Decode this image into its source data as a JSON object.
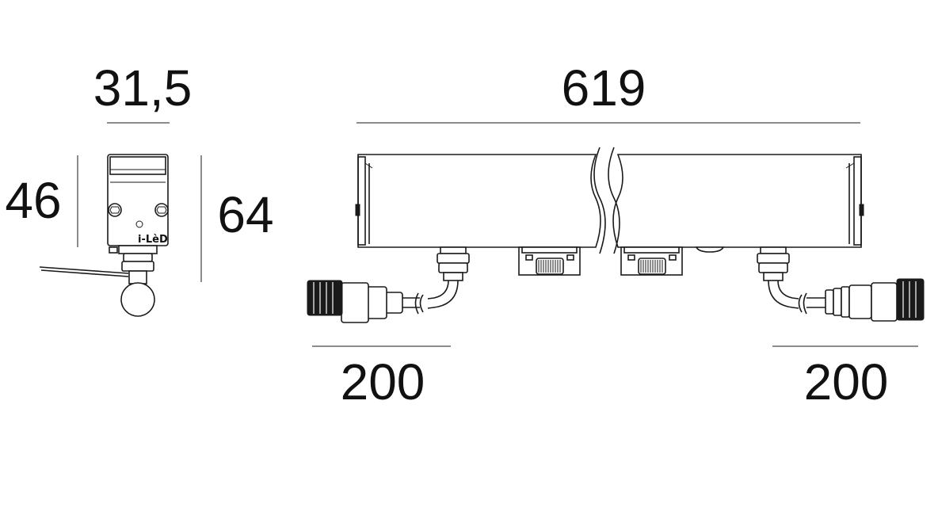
{
  "dimensions": {
    "side_width": "31,5",
    "side_body_height": "46",
    "side_total_height": "64",
    "length": "619",
    "cable_left": "200",
    "cable_right": "200"
  },
  "logo": "i-LèD",
  "colors": {
    "line": "#1a1a1a",
    "background": "#ffffff"
  }
}
